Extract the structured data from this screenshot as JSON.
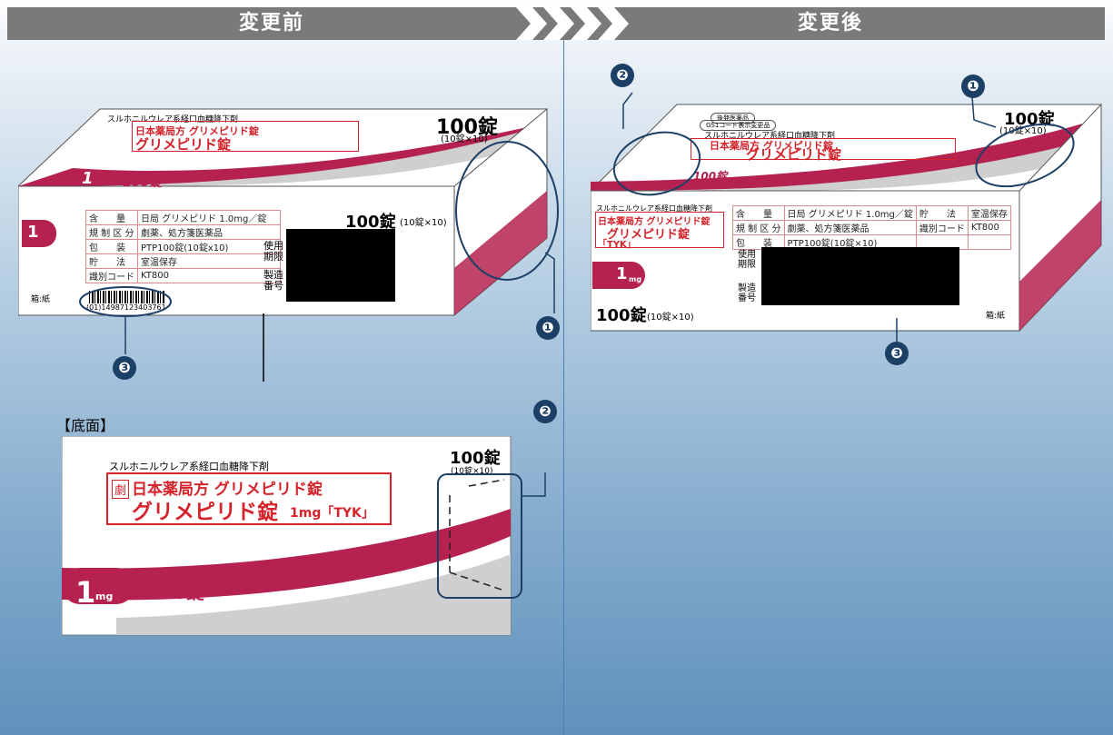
{
  "header": {
    "before": "変更前",
    "after": "変更後"
  },
  "bottom_label": "【底面】",
  "markers": [
    "❶",
    "❷",
    "❸"
  ],
  "product": {
    "category": "スルホニルウレア系経口血糖降下剤",
    "gekki": "劇",
    "name_jp": "日本薬局方 グリメピリド錠",
    "name_big": "グリメピリド錠",
    "strength_suffix": "1mg「TYK」",
    "dose": "1",
    "dose_unit": "mg",
    "count": "100錠",
    "count_detail": "(10錠×10)",
    "qty_tile": "100錠"
  },
  "before": {
    "spec_rows": [
      [
        "含　　量",
        "日局 グリメピリド 1.0mg／錠"
      ],
      [
        "規 制 区 分",
        "劇薬、処方箋医薬品"
      ],
      [
        "包　　装",
        "PTP100錠(10錠x10)"
      ],
      [
        "貯　　法",
        "室温保存"
      ],
      [
        "識別コード",
        "KT800"
      ]
    ],
    "barcode": "(01)14987123403761",
    "box_material": "箱:紙",
    "expiry_label": "使用\n期限",
    "lot_label": "製造\n番号"
  },
  "after": {
    "spec_rows": [
      [
        "含　　量",
        "日局 グリメピリド 1.0mg／錠",
        "貯　　法",
        "室温保存"
      ],
      [
        "規 制 区 分",
        "劇薬、処方箋医薬品",
        "識別コード",
        "KT800"
      ],
      [
        "包　　装",
        "PTP100錠(10錠×10)",
        "",
        ""
      ]
    ],
    "tag1": "後発医薬品",
    "tag2": "GS1コード表示変更品",
    "box_material": "箱:紙",
    "expiry_label": "使用\n期限",
    "lot_label": "製造\n番号",
    "tyk": "「TYK」"
  },
  "colors": {
    "accent": "#b5224f",
    "navy": "#1c3f66",
    "red": "#d4232b",
    "header": "#7a7a7a"
  }
}
